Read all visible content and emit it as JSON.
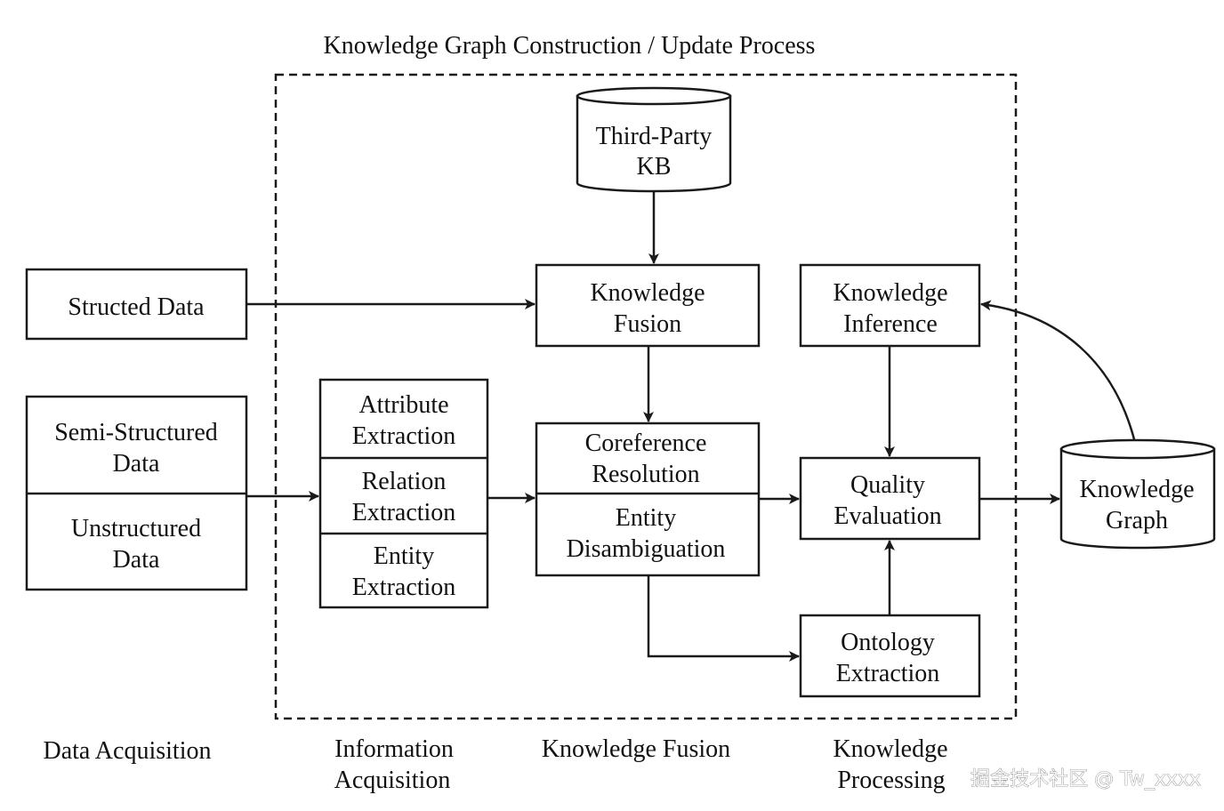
{
  "title": "Knowledge Graph Construction / Update Process",
  "sources": {
    "structured": "Structed Data",
    "semi_structured": [
      "Semi-Structured",
      "Data"
    ],
    "unstructured": [
      "Unstructured",
      "Data"
    ]
  },
  "third_party_kb": [
    "Third-Party",
    "KB"
  ],
  "information_extraction": {
    "attribute": [
      "Attribute",
      "Extraction"
    ],
    "relation": [
      "Relation",
      "Extraction"
    ],
    "entity": [
      "Entity",
      "Extraction"
    ]
  },
  "knowledge_fusion_box": [
    "Knowledge",
    "Fusion"
  ],
  "coreference": [
    "Coreference",
    "Resolution"
  ],
  "entity_disambiguation": [
    "Entity",
    "Disambiguation"
  ],
  "knowledge_inference": [
    "Knowledge",
    "Inference"
  ],
  "quality_evaluation": [
    "Quality",
    "Evaluation"
  ],
  "ontology_extraction": [
    "Ontology",
    "Extraction"
  ],
  "knowledge_graph": [
    "Knowledge",
    "Graph"
  ],
  "stages": {
    "data_acquisition": "Data Acquisition",
    "information_acquisition": [
      "Information",
      "Acquisition"
    ],
    "knowledge_fusion": "Knowledge Fusion",
    "knowledge_processing": [
      "Knowledge",
      "Processing"
    ]
  },
  "watermark": "掘金技术社区 @ Tw_xxxx"
}
